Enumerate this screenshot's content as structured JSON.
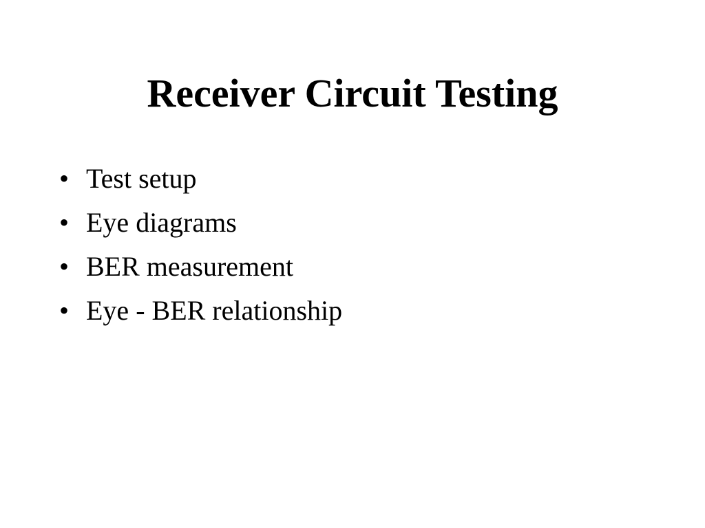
{
  "slide": {
    "title": "Receiver Circuit Testing",
    "bullet_glyph": "•",
    "bullets": [
      "Test setup",
      "Eye diagrams",
      "BER measurement",
      "Eye - BER relationship"
    ]
  }
}
